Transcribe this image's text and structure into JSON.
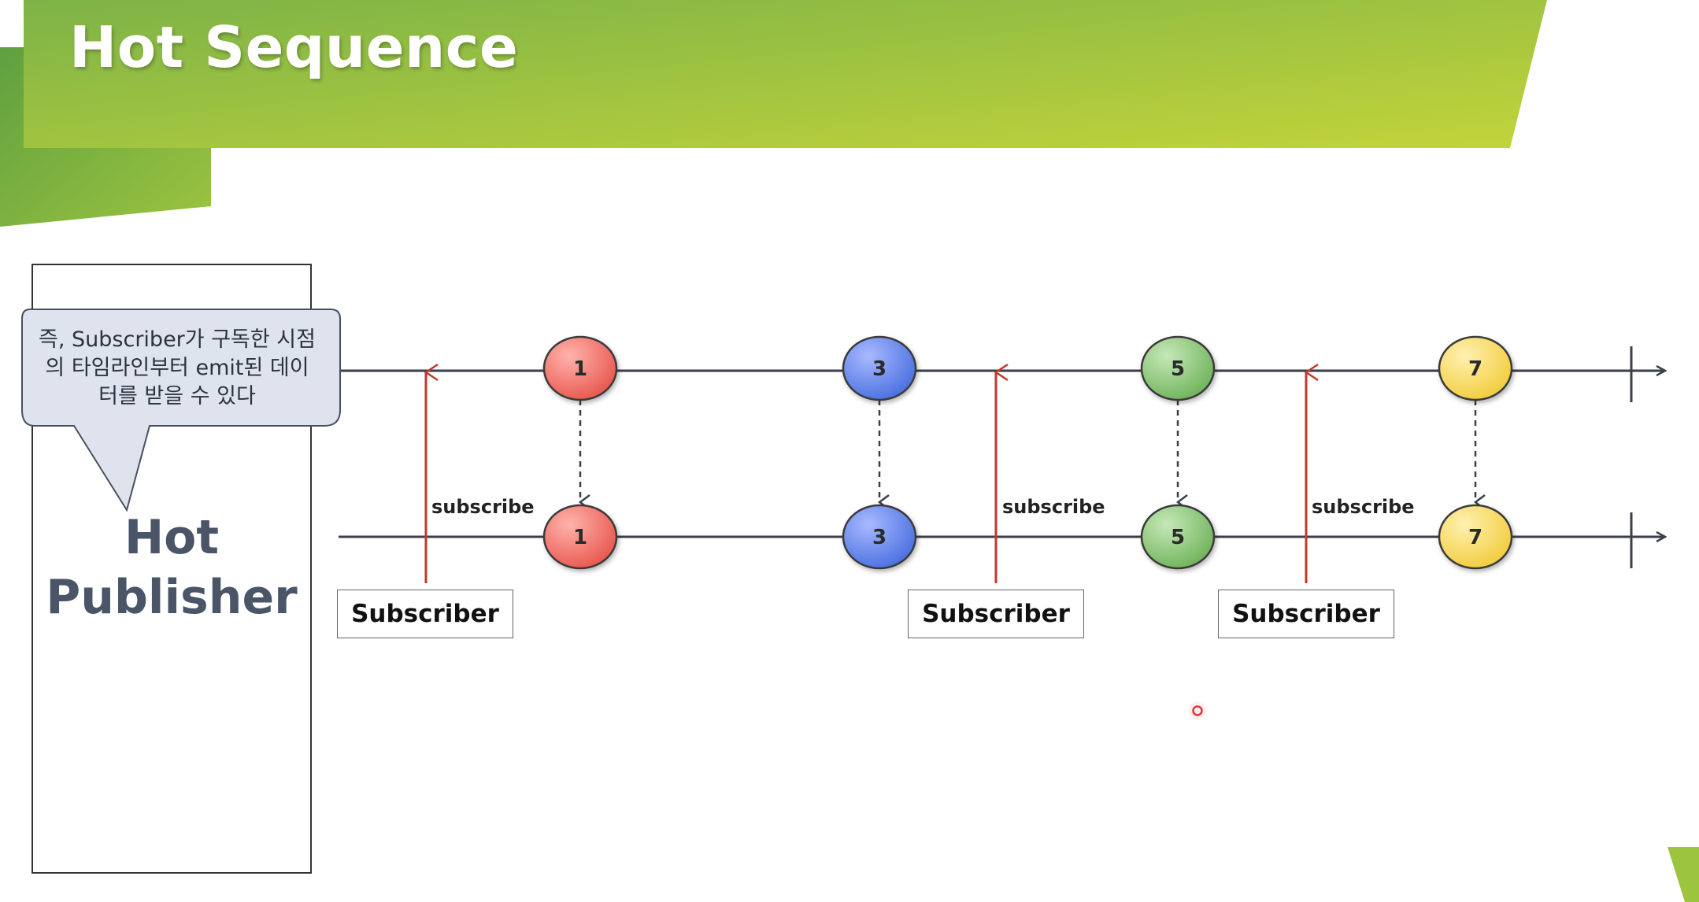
{
  "title": "Hot Sequence",
  "publisher": {
    "label": "Hot Publisher",
    "callout": "즉, Subscriber가  구독한 시점의 타임라인부터 emit된 데이터를 받을 수 있다"
  },
  "marbles": [
    {
      "value": "1",
      "color": "#e8574e"
    },
    {
      "value": "3",
      "color": "#4a6fe0"
    },
    {
      "value": "5",
      "color": "#6fb35a"
    },
    {
      "value": "7",
      "color": "#f2cc3d"
    }
  ],
  "subscribers": [
    {
      "box_label": "Subscriber",
      "arrow_label": "subscribe"
    },
    {
      "box_label": "Subscriber",
      "arrow_label": "subscribe"
    },
    {
      "box_label": "Subscriber",
      "arrow_label": "subscribe"
    }
  ],
  "colors": {
    "banner_start": "#7db347",
    "banner_end": "#c3d43a",
    "subscribe_arrow": "#c0392b",
    "timeline": "#3b3f4a"
  }
}
